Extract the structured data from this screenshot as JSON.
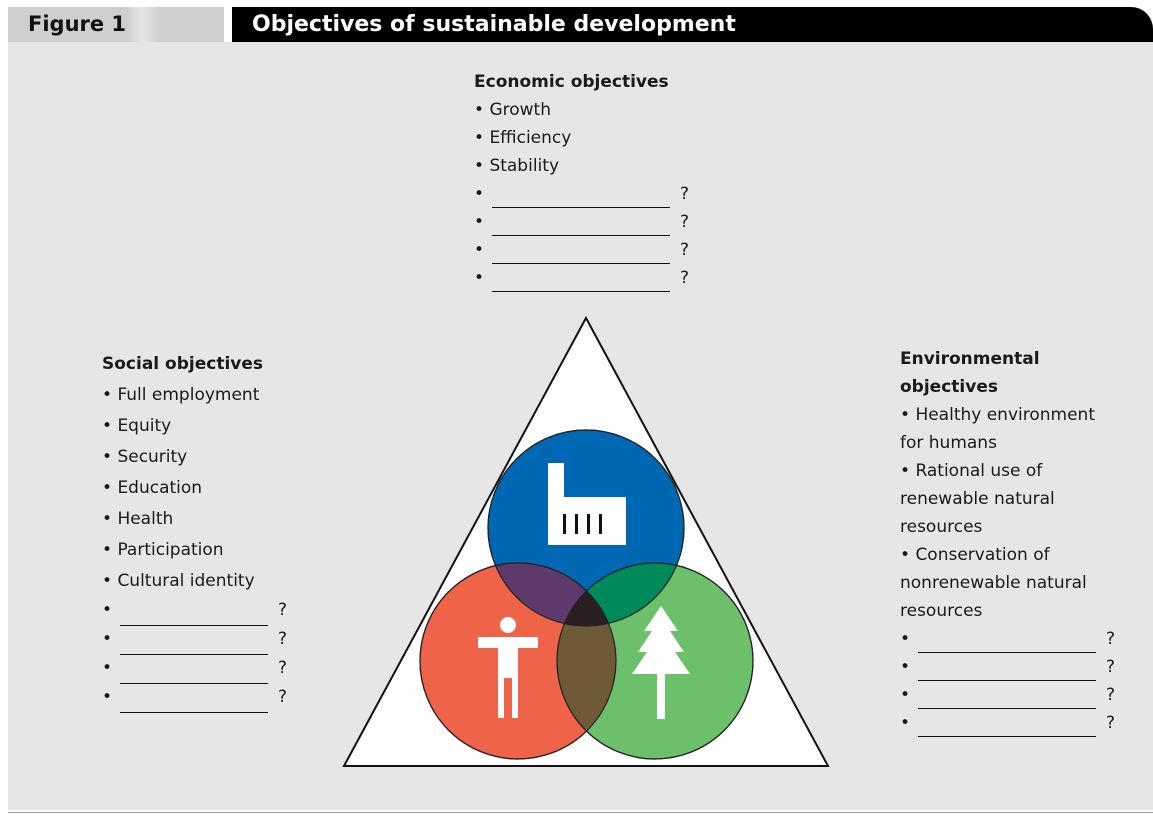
{
  "header": {
    "figure_label": "Figure 1",
    "title": "Objectives of sustainable development"
  },
  "economic": {
    "heading": "Economic objectives",
    "items": [
      "Growth",
      "Efficiency",
      "Stability"
    ],
    "blank_marker": "?"
  },
  "social": {
    "heading": "Social objectives",
    "items": [
      "Full employment",
      "Equity",
      "Security",
      "Education",
      "Health",
      "Participation",
      "Cultural identity"
    ],
    "blank_marker": "?"
  },
  "environmental": {
    "heading_line1": "Environmental",
    "heading_line2": "objectives",
    "items": [
      [
        "Healthy environment",
        "for humans"
      ],
      [
        "Rational use of",
        "renewable natural",
        "resources"
      ],
      [
        "Conservation of",
        "nonrenewable natural",
        "resources"
      ]
    ],
    "blank_marker": "?"
  },
  "colors": {
    "economic_circle": "#0068b3",
    "social_circle": "#ef6448",
    "environmental_circle": "#6cc06c",
    "econ_social_overlap": "#5e3a6c",
    "econ_env_overlap": "#008a5a",
    "social_env_overlap": "#6e5a36",
    "center_overlap": "#2a1e22",
    "panel_background": "#e6e6e6"
  },
  "icons": {
    "economic": "factory-icon",
    "social": "person-icon",
    "environmental": "tree-icon"
  }
}
